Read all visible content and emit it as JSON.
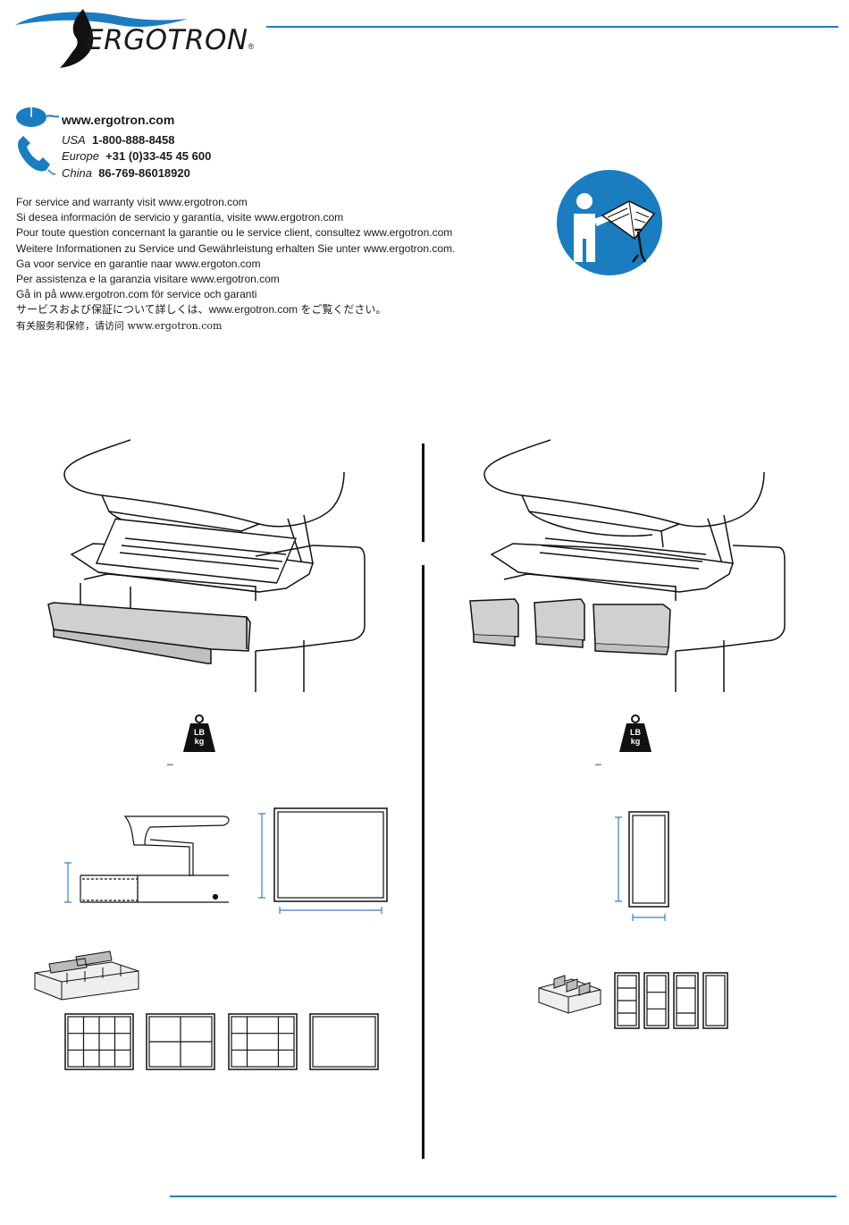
{
  "brand": {
    "name": "ERGOTRON",
    "reg": "®"
  },
  "contact": {
    "website": "www.ergotron.com",
    "phones": [
      {
        "region": "USA",
        "number": "1-800-888-8458"
      },
      {
        "region": "Europe",
        "number": "+31 (0)33-45 45 600"
      },
      {
        "region": "China",
        "number": "86-769-86018920"
      }
    ]
  },
  "service_lines": [
    "For service and warranty visit www.ergotron.com",
    "Si desea información de servicio y garantía, visite www.ergotron.com",
    "Pour toute question concernant la garantie ou le service client, consultez www.ergotron.com",
    "Weitere Informationen zu Service und Gewährleistung erhalten Sie unter www.ergotron.com.",
    "Ga voor service en garantie naar www.ergoton.com",
    "Per assistenza e la garanzia visitare www.ergotron.com",
    "Gå in på www.ergotron.com för service och garanti",
    "サービスおよび保証について詳しくは、www.ergotron.com をご覧ください。",
    "有关服务和保修，请访问 www.ergotron.com"
  ],
  "weight_icon": {
    "top": "LB",
    "bottom": "kg"
  },
  "weight_dash": "–",
  "colors": {
    "accent": "#1b7dbf",
    "dim": "#3a7fc1"
  },
  "icons": [
    "mouse-icon",
    "phone-icon",
    "read-manual-icon",
    "weight-icon"
  ]
}
